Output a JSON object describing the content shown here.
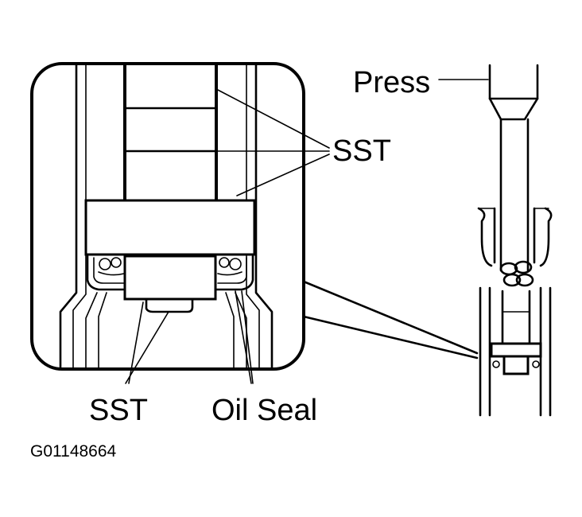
{
  "labels": {
    "press": "Press",
    "sst_top": "SST",
    "sst_bottom": "SST",
    "oil_seal": "Oil Seal",
    "figure_code": "G01148664"
  }
}
